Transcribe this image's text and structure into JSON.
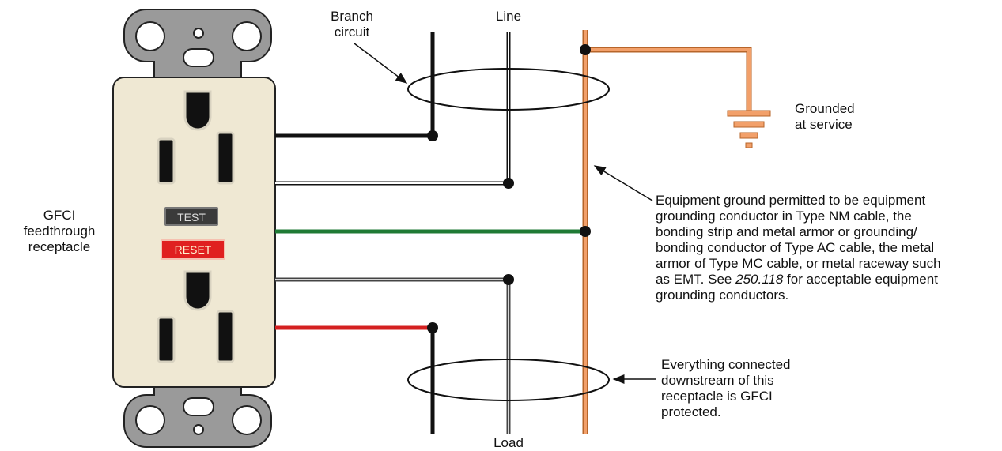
{
  "labels": {
    "branch_circuit": "Branch\ncircuit",
    "line": "Line",
    "load": "Load",
    "grounded_at_service": "Grounded\nat service",
    "receptacle_name": "GFCI\nfeedthrough\nreceptacle",
    "equipment_ground_note_1": "Equipment ground permitted to be equipment\ngrounding conductor in Type NM cable, the\nbonding strip and metal armor or grounding/\nbonding conductor of Type AC cable, the metal\narmor of Type MC cable, or metal raceway such\nas EMT. See ",
    "equipment_ground_code_ref": "250.118",
    "equipment_ground_note_2": " for acceptable equipment\ngrounding conductors.",
    "downstream_note": "Everything connected\ndownstream of this\nreceptacle is GFCI\nprotected."
  },
  "buttons": {
    "test": "TEST",
    "reset": "RESET"
  },
  "colors": {
    "hot_line": "#111111",
    "neutral_line": "#ffffff",
    "ground_wire": "#2e8b3e",
    "neutral_load": "#c8c8c8",
    "hot_load": "#d42020",
    "ground_bar": "#f2a06a",
    "receptacle_body": "#efe8d3",
    "test_button": "#3a3a3a",
    "reset_button": "#e02020"
  }
}
